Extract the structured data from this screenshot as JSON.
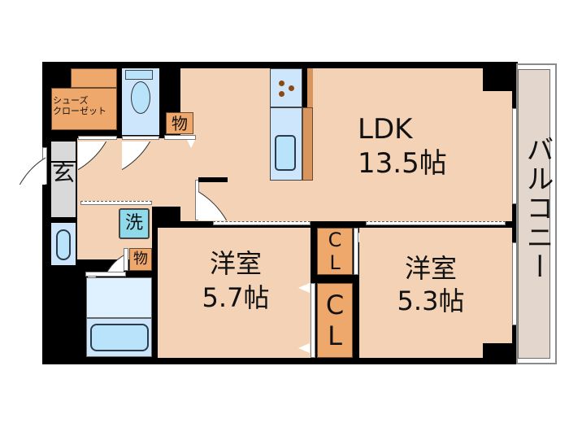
{
  "floorplan": {
    "rooms": {
      "ldk": {
        "name": "LDK",
        "size": "13.5帖"
      },
      "western_room_1": {
        "name": "洋室",
        "size": "5.7帖"
      },
      "western_room_2": {
        "name": "洋室",
        "size": "5.3帖"
      },
      "balcony": {
        "name": "バルコニー"
      },
      "entrance": {
        "name": "玄"
      },
      "shoe_closet": {
        "line1": "シューズ",
        "line2": "クローゼット"
      },
      "storage_upper": {
        "name": "物"
      },
      "storage_lower": {
        "name": "物"
      },
      "washer": {
        "name": "洗"
      },
      "closet_1": {
        "name": "CL"
      },
      "closet_2": {
        "name": "CL"
      }
    },
    "colors": {
      "wall": "#000000",
      "floor": "#f3d2b5",
      "closet": "#efa86c",
      "wet_area": "#cde6fb",
      "fixture": "#b9e3fb",
      "entrance": "#d9d9d9",
      "balcony": "#e2d6cd",
      "kitchen_counter": "#d8965e"
    }
  }
}
